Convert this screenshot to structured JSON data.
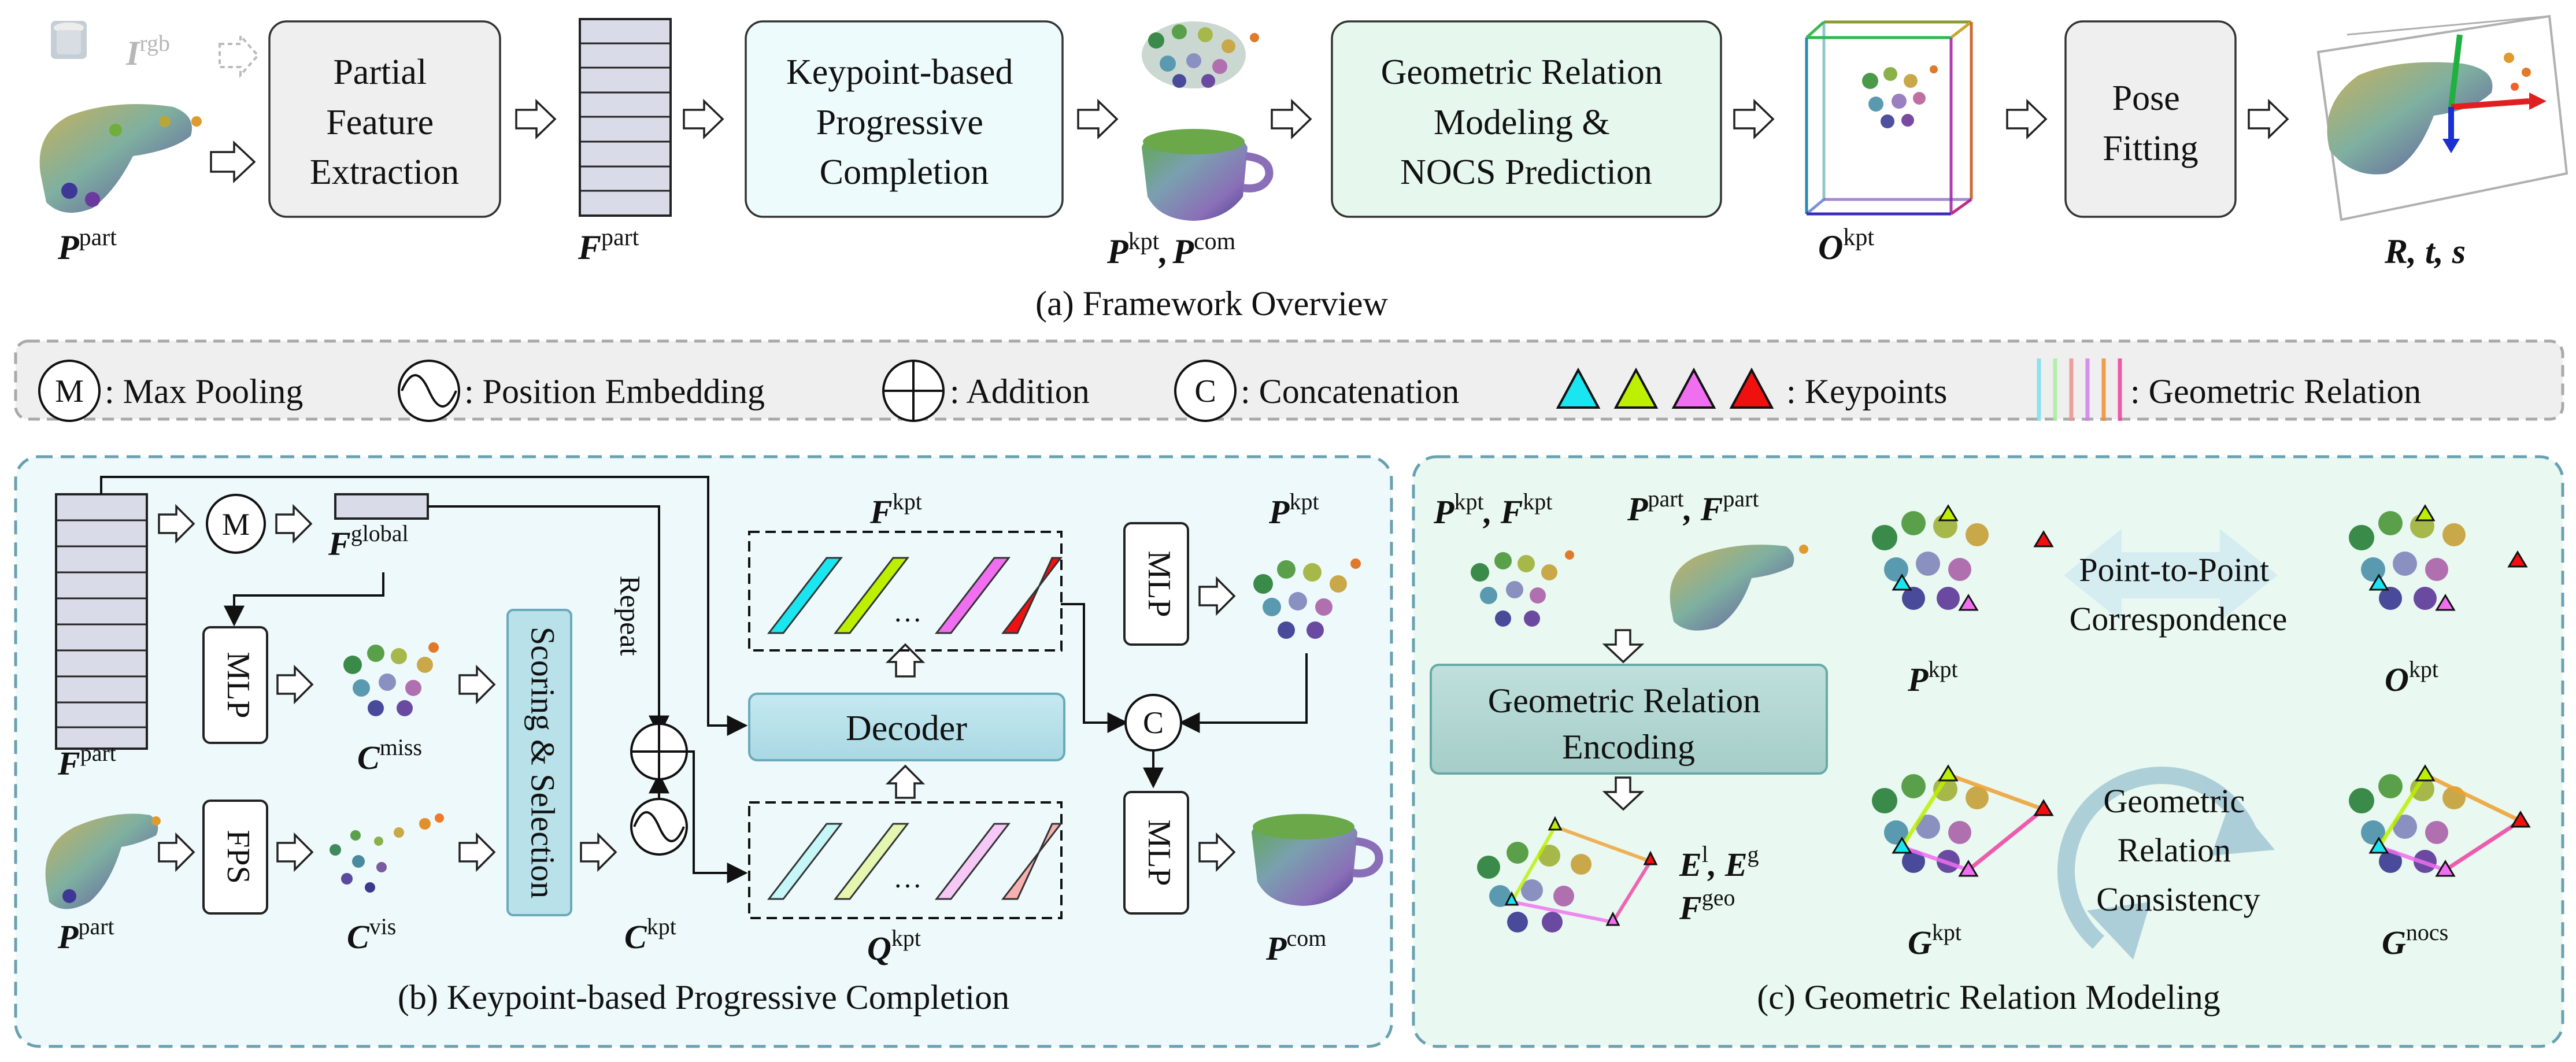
{
  "overview": {
    "caption": "(a) Framework Overview",
    "input_rgb": {
      "sym": "I",
      "sup": "rgb"
    },
    "input_part": {
      "sym": "P",
      "sup": "part"
    },
    "box_partial": [
      "Partial",
      "Feature",
      "Extraction"
    ],
    "feat_part": {
      "sym": "F",
      "sup": "part"
    },
    "box_kpc": [
      "Keypoint-based",
      "Progressive",
      "Completion"
    ],
    "kpt_com": {
      "sym1": "P",
      "sup1": "kpt",
      "sep": ",",
      "sym2": "P",
      "sup2": "com"
    },
    "box_grm": [
      "Geometric Relation",
      "Modeling &",
      "NOCS Prediction"
    ],
    "okpt": {
      "sym": "O",
      "sup": "kpt"
    },
    "box_pose": [
      "Pose",
      "Fitting"
    ],
    "rts": "R, t, s"
  },
  "legend": {
    "max_sym": "M",
    "max_label": ": Max Pooling",
    "pos_label": ": Position Embedding",
    "add_label": ": Addition",
    "concat_sym": "C",
    "concat_label": ": Concatenation",
    "kp_label": ": Keypoints",
    "geo_label": ": Geometric Relation"
  },
  "panel_b": {
    "caption": "(b) Keypoint-based Progressive Completion",
    "f_part": {
      "sym": "F",
      "sup": "part"
    },
    "max_sym": "M",
    "f_global": {
      "sym": "F",
      "sup": "global"
    },
    "mlp1": "MLP",
    "c_miss": {
      "sym": "C",
      "sup": "miss"
    },
    "scoring": "Scoring & Selection",
    "repeat": "Repeat",
    "f_kpt": {
      "sym": "F",
      "sup": "kpt"
    },
    "ellipsis": "…",
    "decoder": "Decoder",
    "mlp2": "MLP",
    "p_kpt": {
      "sym": "P",
      "sup": "kpt"
    },
    "concat_sym": "C",
    "p_part": {
      "sym": "P",
      "sup": "part"
    },
    "fps": "FPS",
    "c_vis": {
      "sym": "C",
      "sup": "vis"
    },
    "c_kpt": {
      "sym": "C",
      "sup": "kpt"
    },
    "q_kpt": {
      "sym": "Q",
      "sup": "kpt"
    },
    "mlp3": "MLP",
    "p_com": {
      "sym": "P",
      "sup": "com"
    }
  },
  "panel_c": {
    "caption": "(c) Geometric Relation Modeling",
    "in1": {
      "sym1": "P",
      "sup1": "kpt",
      "sym2": "F",
      "sup2": "kpt"
    },
    "in2": {
      "sym1": "P",
      "sup1": "part",
      "sym2": "F",
      "sup2": "part"
    },
    "encoding": [
      "Geometric Relation",
      "Encoding"
    ],
    "e_lg": {
      "sym1": "E",
      "sup1": "l",
      "sym2": "E",
      "sup2": "g"
    },
    "f_geo": {
      "sym": "F",
      "sup": "geo"
    },
    "p_kpt": {
      "sym": "P",
      "sup": "kpt"
    },
    "corr": [
      "Point-to-Point",
      "Correspondence"
    ],
    "o_kpt": {
      "sym": "O",
      "sup": "kpt"
    },
    "g_kpt": {
      "sym": "G",
      "sup": "kpt"
    },
    "consistency": [
      "Geometric",
      "Relation",
      "Consistency"
    ],
    "g_nocs": {
      "sym": "G",
      "sup": "nocs"
    }
  },
  "colors": {
    "box_gray": "#efefef",
    "box_cyan": "#eefbfd",
    "box_green": "#e6f8ee",
    "panel_b_bg": "#eef9fc",
    "panel_c_bg": "#e9f8f1",
    "decoder_fill": "#b8e1ea",
    "encoding_fill": "#b4d7d3",
    "kp_cyan": "#19e6f0",
    "kp_green": "#bdf000",
    "kp_magenta": "#f06ef0",
    "kp_red": "#f01010"
  }
}
